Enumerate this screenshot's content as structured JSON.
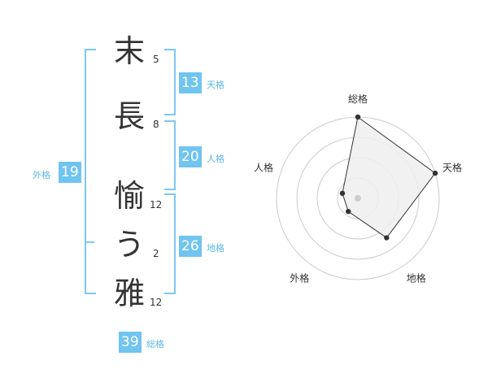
{
  "name_chars": [
    {
      "char": "末",
      "strokes": "5"
    },
    {
      "char": "長",
      "strokes": "8"
    },
    {
      "char": "愉",
      "strokes": "12"
    },
    {
      "char": "う",
      "strokes": "2"
    },
    {
      "char": "雅",
      "strokes": "12"
    }
  ],
  "kakusu": {
    "tenkaku": {
      "value": "13",
      "label": "天格"
    },
    "jinkaku": {
      "value": "20",
      "label": "人格"
    },
    "chikaku": {
      "value": "26",
      "label": "地格"
    },
    "gaikaku": {
      "value": "19",
      "label": "外格"
    },
    "soukaku": {
      "value": "39",
      "label": "総格"
    }
  },
  "chart_data": {
    "type": "radar",
    "axes": [
      "総格",
      "天格",
      "地格",
      "外格",
      "人格"
    ],
    "values": [
      5,
      5,
      3,
      1,
      1
    ],
    "range": [
      0,
      5
    ],
    "rings": 4
  },
  "colors": {
    "accent": "#70c4f0",
    "bracket": "#7ec8f0",
    "chart_line": "#333333",
    "chart_fill": "#eeeeee",
    "grid": "#cccccc"
  }
}
